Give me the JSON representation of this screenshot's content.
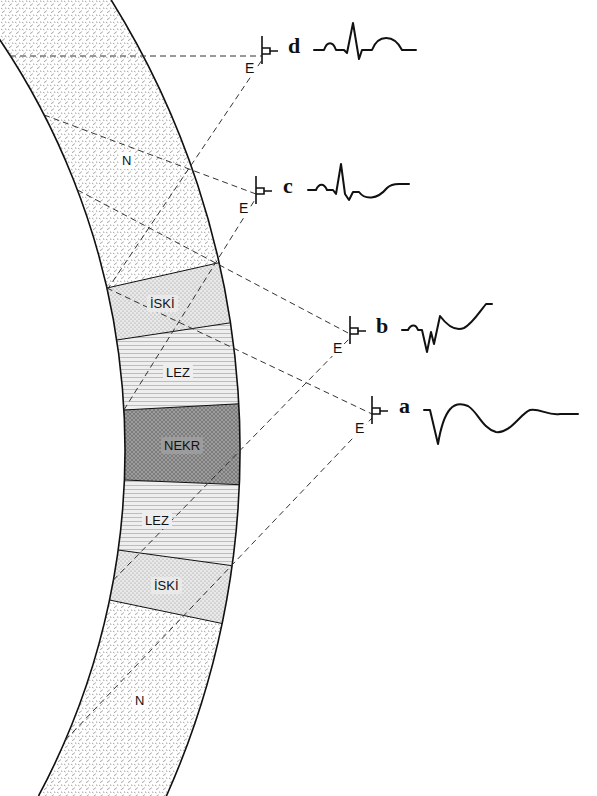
{
  "diagram": {
    "nodes": [
      {
        "text": [
          "N"
        ]
      },
      {
        "text": [
          "İSKİ"
        ]
      },
      {
        "text": [
          "LEZ"
        ]
      },
      {
        "text": [
          "NEKR"
        ]
      },
      {
        "text": [
          "LEZ"
        ]
      },
      {
        "text": [
          "İSKİ"
        ]
      },
      {
        "text": [
          "N"
        ]
      }
    ],
    "labels": [
      "E",
      "d",
      "E",
      "c",
      "E",
      "b",
      "E",
      "a"
    ]
  }
}
